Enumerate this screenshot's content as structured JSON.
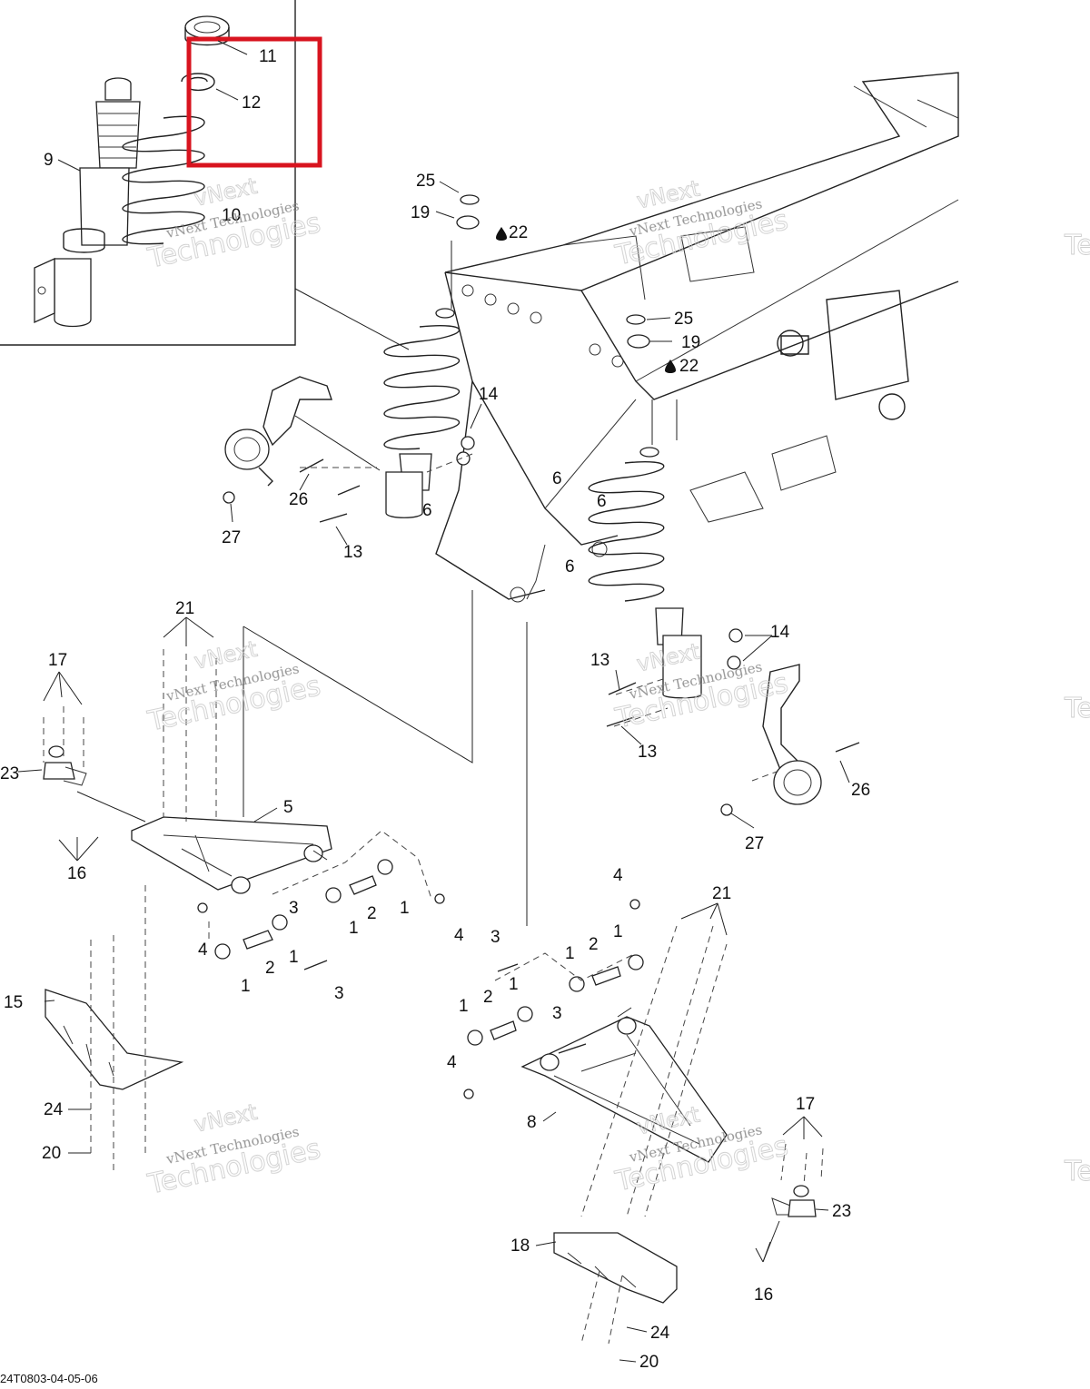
{
  "drawing_code": "24T0803-04-05-06",
  "watermark": {
    "line1": "vNext",
    "line2": "vNext Technologies",
    "line3": "Technologies"
  },
  "callouts": {
    "n1": "1",
    "n2": "2",
    "n3": "3",
    "n4": "4",
    "n5": "5",
    "n6": "6",
    "n8": "8",
    "n9": "9",
    "n10": "10",
    "n11": "11",
    "n12": "12",
    "n13": "13",
    "n14": "14",
    "n15": "15",
    "n16": "16",
    "n17": "17",
    "n18": "18",
    "n19": "19",
    "n20": "20",
    "n21": "21",
    "n22": "22",
    "n23": "23",
    "n24": "24",
    "n25": "25",
    "n26": "26",
    "n27": "27"
  },
  "highlight": {
    "color": "#d8141f"
  }
}
